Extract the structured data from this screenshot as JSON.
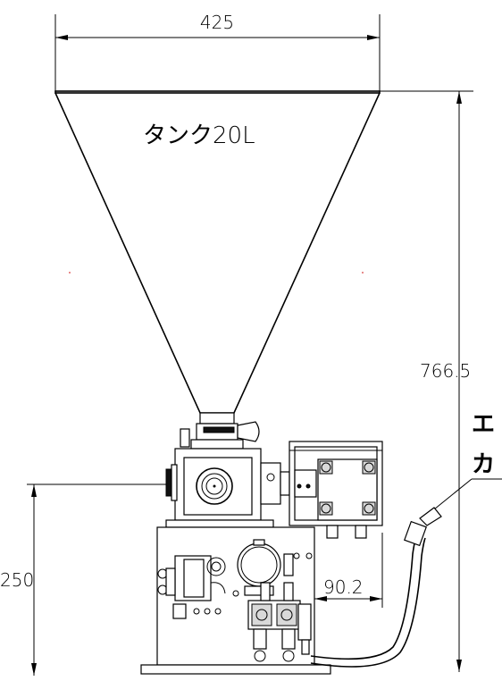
{
  "drawing": {
    "tank_label": "タンク20L",
    "callout_line1": "エ",
    "callout_line2": "カ",
    "dimensions": {
      "top_width": "425",
      "total_height": "766.5",
      "base_height": "250",
      "side_offset": "90.2"
    }
  }
}
